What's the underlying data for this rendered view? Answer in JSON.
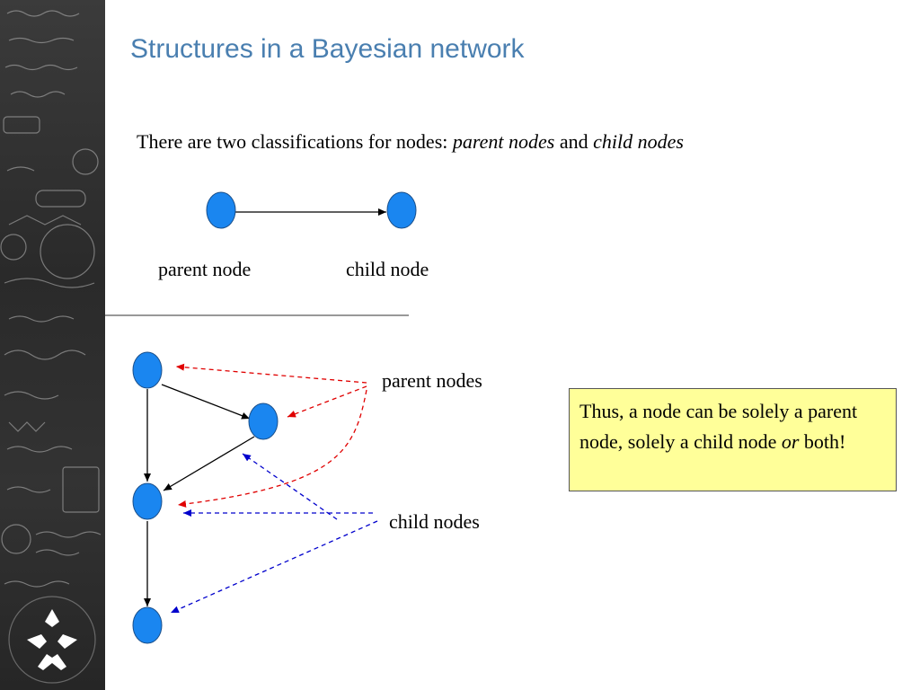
{
  "slide": {
    "title": "Structures in a Bayesian network",
    "intro_prefix": "There are two classifications for nodes: ",
    "intro_parent": "parent nodes",
    "intro_and": " and ",
    "intro_child": "child nodes"
  },
  "top_diagram": {
    "parent_label": "parent node",
    "child_label": "child node"
  },
  "bottom_diagram": {
    "parent_nodes_label": "parent nodes",
    "child_nodes_label": "child nodes"
  },
  "note": {
    "text_before": "Thus, a node can be solely a parent node, solely a child node ",
    "text_italic": "or",
    "text_after": " both!"
  },
  "colors": {
    "node_fill": "#1a86f0",
    "title": "#4a7fb0",
    "note_bg": "#ffff99",
    "parent_arrow": "#e00000",
    "child_arrow": "#0000cc"
  }
}
